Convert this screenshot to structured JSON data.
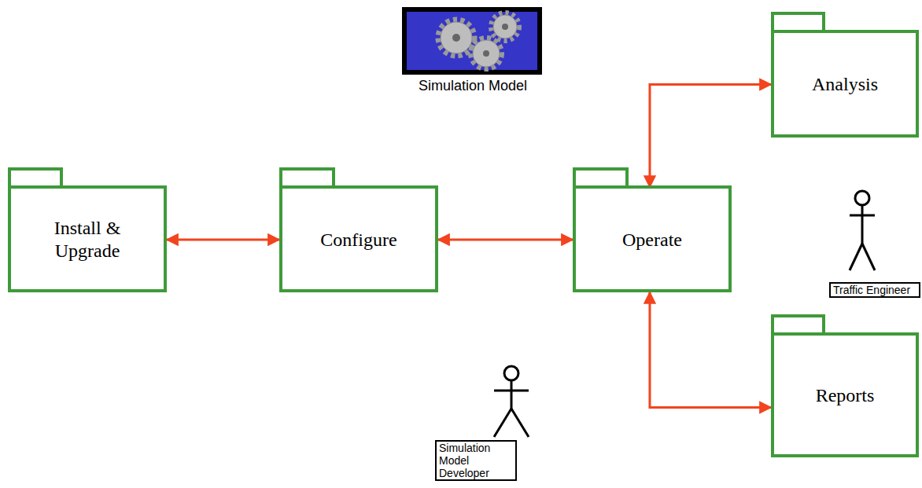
{
  "diagram": {
    "nodes": [
      {
        "text": [
          "Install & Upgrade"
        ]
      },
      {
        "text": [
          "Configure"
        ]
      },
      {
        "text": [
          "Operate"
        ]
      },
      {
        "text": [
          "Analysis"
        ]
      },
      {
        "text": [
          "Reports"
        ]
      }
    ],
    "edges": [
      {
        "from": 0,
        "to": 1,
        "arrow": "both"
      },
      {
        "from": 1,
        "to": 2,
        "arrow": "both"
      },
      {
        "from": 2,
        "to": 3,
        "arrow": "both"
      },
      {
        "from": 2,
        "to": 4,
        "arrow": "both"
      }
    ],
    "labels": [
      "Simulation Model",
      "Traffic Engineer",
      "Simulation Model Developer"
    ]
  }
}
